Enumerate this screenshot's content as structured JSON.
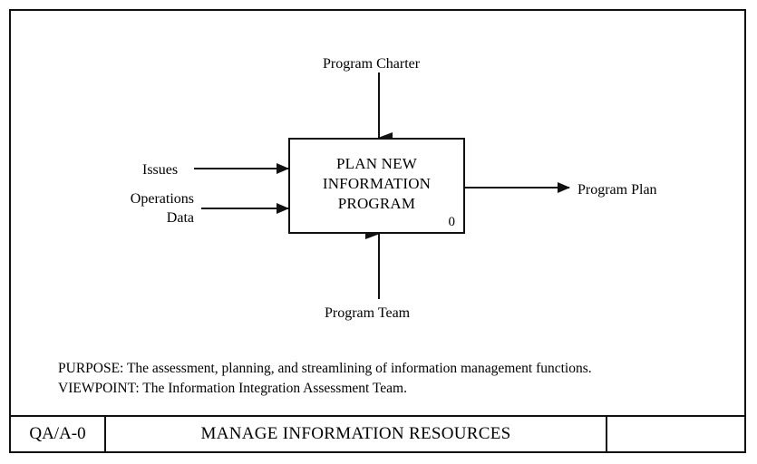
{
  "diagram": {
    "type": "IDEF0 A-0 context diagram",
    "activity": {
      "title": "PLAN NEW\nINFORMATION\nPROGRAM",
      "number": "0"
    },
    "arrows": {
      "control_top": "Program Charter",
      "input_1": "Issues",
      "input_2": "Operations\nData",
      "output_right": "Program Plan",
      "mechanism_bottom": "Program Team"
    },
    "notes": {
      "purpose": "PURPOSE: The assessment, planning, and streamlining of information management functions.",
      "viewpoint": "VIEWPOINT: The Information Integration Assessment Team."
    },
    "footer": {
      "node": "QA/A-0",
      "title": "MANAGE INFORMATION RESOURCES",
      "extra": ""
    },
    "colors": {
      "line": "#111111",
      "text": "#000000",
      "background": "#ffffff"
    }
  }
}
